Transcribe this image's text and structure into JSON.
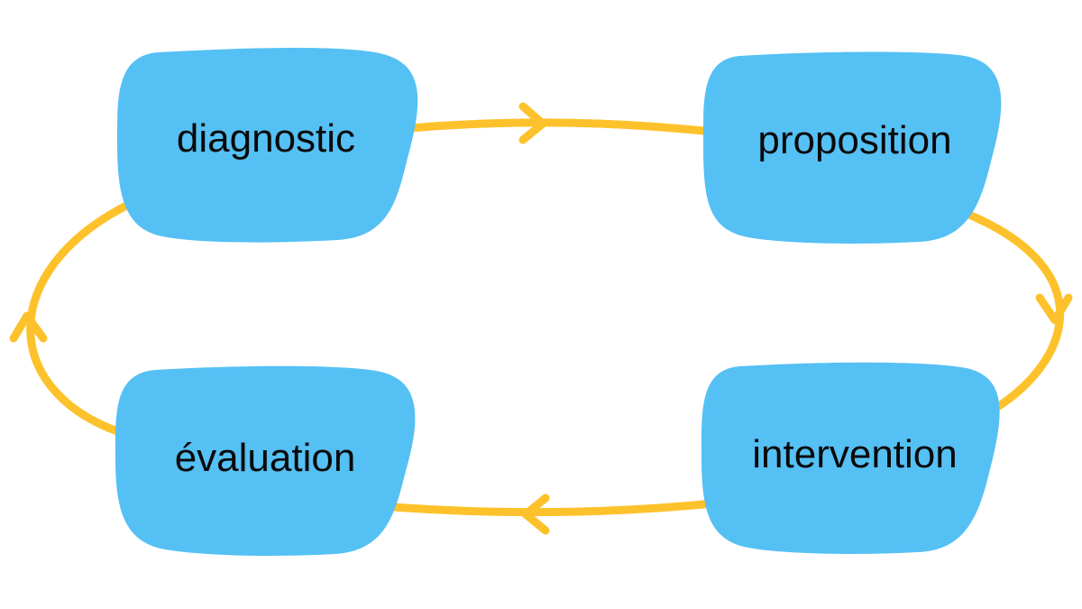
{
  "colors": {
    "box_fill": "#55C0F4",
    "arrow_stroke": "#FDC22B",
    "text": "#0a0a0a",
    "background": "#ffffff"
  },
  "nodes": [
    {
      "id": "diagnostic",
      "label": "diagnostic"
    },
    {
      "id": "proposition",
      "label": "proposition"
    },
    {
      "id": "intervention",
      "label": "intervention"
    },
    {
      "id": "evaluation",
      "label": "évaluation"
    }
  ],
  "edges": [
    {
      "from": "diagnostic",
      "to": "proposition"
    },
    {
      "from": "proposition",
      "to": "intervention"
    },
    {
      "from": "intervention",
      "to": "evaluation"
    },
    {
      "from": "evaluation",
      "to": "diagnostic"
    }
  ]
}
